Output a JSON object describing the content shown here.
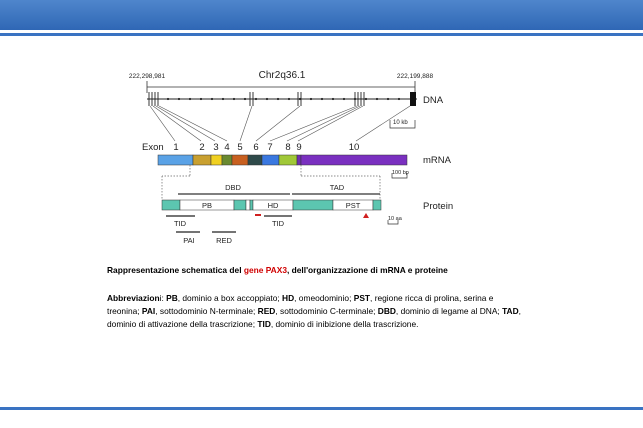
{
  "colors": {
    "accent": "#2f67b5",
    "gene_highlight": "#d00000"
  },
  "diagram": {
    "coord_left": "222,298,981",
    "chromosome": "Chr2q36.1",
    "coord_right": "222,199,888",
    "dna_label": "DNA",
    "scale_dna": "10 kb",
    "exon_label": "Exon",
    "exon_numbers": [
      "1",
      "2",
      "3",
      "4",
      "5",
      "6",
      "7",
      "8",
      "9",
      "10"
    ],
    "mrna_label": "mRNA",
    "scale_mrna": "100 bp",
    "dbd_label": "DBD",
    "tad_label": "TAD",
    "pb_label": "PB",
    "hd_label": "HD",
    "pst_label": "PST",
    "protein_label": "Protein",
    "scale_protein": "10 aa",
    "tid_label_1": "TID",
    "tid_label_2": "TID",
    "pai_label": "PAI",
    "red_label": "RED"
  },
  "caption": {
    "title_pre": "Rappresentazione schematica del ",
    "title_gene": "gene PAX3",
    "title_post": ", dell'organizzazione di mRNA e proteine",
    "abbr_label": "Abbreviazion",
    "abbr_label_tail": "i: ",
    "items": [
      {
        "term": "PB",
        "def": ", dominio a box accoppiato;  "
      },
      {
        "term": "HD",
        "def": ", omeodominio; "
      },
      {
        "term": "PST",
        "def": ", regione ricca di prolina, serina e treonina;  "
      },
      {
        "term": "PAI",
        "def": ", sottodominio N-terminale; "
      },
      {
        "term": "RED",
        "def": ", sottodominio C-terminale; "
      },
      {
        "term": "DBD",
        "def": ", dominio di legame al DNA; "
      },
      {
        "term": "TAD",
        "def": ", dominio di attivazione della trascrizione;  "
      },
      {
        "term": "TID",
        "def": ", dominio di inibizione della trascrizione."
      }
    ]
  }
}
